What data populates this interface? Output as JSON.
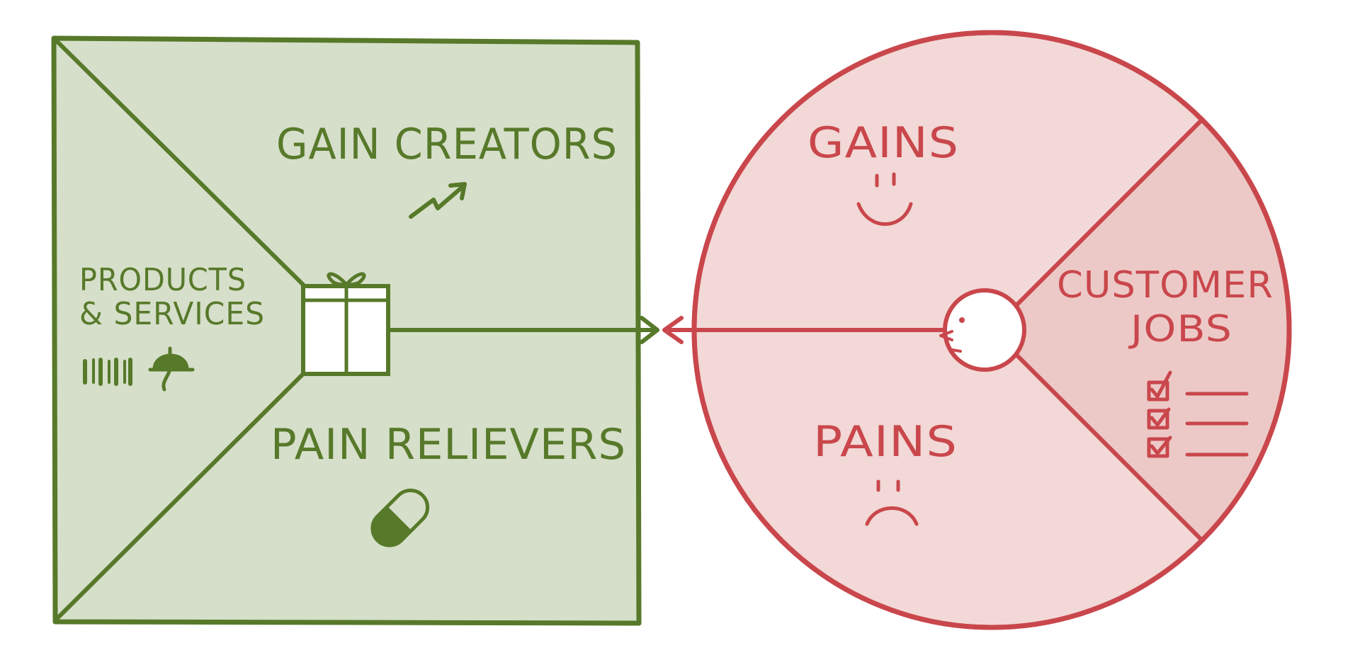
{
  "value_map": {
    "gain_creators": "GAIN CREATORS",
    "products_line1": "PRODUCTS",
    "products_line2": "& SERVICES",
    "pain_relievers": "PAIN RELIEVERS"
  },
  "customer_profile": {
    "gains": "GAINS",
    "customer_line1": "CUSTOMER",
    "customer_line2": "JOBS",
    "pains": "PAINS"
  },
  "colors": {
    "green_line": "#57792a",
    "green_fill": "#d6dfc9",
    "red_line": "#c9474c",
    "red_fill": "#f2d8d6",
    "red_fill_dark": "#ecc9c7"
  },
  "icons": {
    "gain_creators": "trend-up-arrow-icon",
    "products": "barcode-icon",
    "services": "service-bell-icon",
    "center": "gift-box-icon",
    "pain_relievers": "pill-icon",
    "gains": "smiley-face-icon",
    "pains": "sad-face-icon",
    "customer_jobs": "checklist-icon",
    "customer": "customer-head-icon"
  }
}
